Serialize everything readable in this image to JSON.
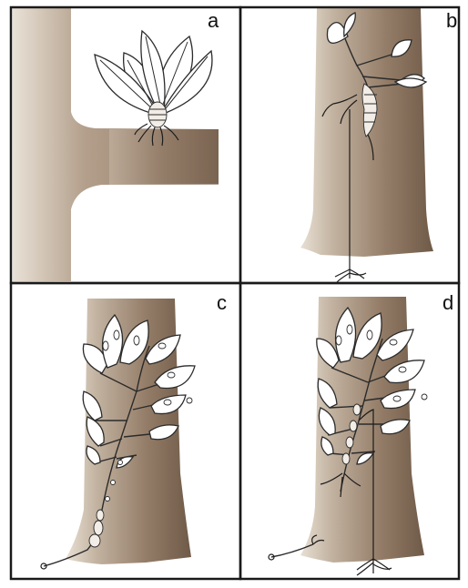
{
  "panels": [
    {
      "id": "a",
      "label": "a"
    },
    {
      "id": "b",
      "label": "b"
    },
    {
      "id": "c",
      "label": "c"
    },
    {
      "id": "d",
      "label": "d"
    }
  ],
  "colors": {
    "trunk_dark": "#6e5a48",
    "trunk_mid": "#a08a76",
    "trunk_light": "#e6ddd2",
    "line": "#2b2b2b"
  }
}
